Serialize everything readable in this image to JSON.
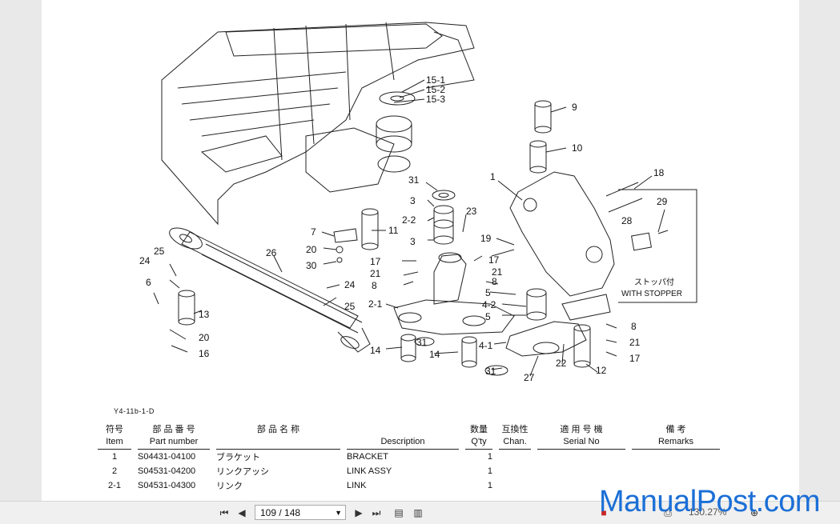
{
  "figure": {
    "id": "Y4-11b-1-D",
    "callouts": [
      "15-1",
      "15-2",
      "15-3",
      "9",
      "10",
      "1",
      "18",
      "29",
      "28",
      "31",
      "3",
      "2-2",
      "23",
      "3",
      "7",
      "11",
      "19",
      "17",
      "21",
      "8",
      "20",
      "30",
      "17",
      "21",
      "8",
      "5",
      "4-2",
      "5",
      "2-1",
      "25",
      "26",
      "24",
      "6",
      "13",
      "24",
      "25",
      "20",
      "16",
      "14",
      "31",
      "14",
      "4-1",
      "31",
      "27",
      "22",
      "12",
      "8",
      "21",
      "17"
    ],
    "stopper_jp": "ストッパ付",
    "stopper_en": "WITH STOPPER"
  },
  "table": {
    "headers_jp": {
      "item": "符号",
      "part": "部 品 番 号",
      "name": "部 品 名 称",
      "qty": "数量",
      "chan": "互換性",
      "serial": "適 用 号 機",
      "remarks": "備 考"
    },
    "headers_en": {
      "item": "Item",
      "part": "Part number",
      "name": "",
      "desc": "Description",
      "qty": "Q'ty",
      "chan": "Chan.",
      "serial": "Serial No",
      "remarks": "Remarks"
    },
    "rows": [
      {
        "item": "1",
        "part": "S04431-04100",
        "name": "ブラケット",
        "desc": "BRACKET",
        "qty": "1"
      },
      {
        "item": "2",
        "part": "S04531-04200",
        "name": "リンクアッシ",
        "desc": "LINK ASSY",
        "qty": "1"
      },
      {
        "item": "2-1",
        "part": "S04531-04300",
        "name": "リンク",
        "desc": "LINK",
        "qty": "1"
      }
    ]
  },
  "toolbar": {
    "page_indicator": "109 / 148",
    "zoom": "130.27%",
    "icons": [
      "first-page-icon",
      "prev-page-icon",
      "next-page-icon",
      "last-page-icon",
      "fit-page-icon",
      "fit-width-icon",
      "pdf-icon",
      "print-icon",
      "zoom-in-icon"
    ]
  },
  "watermark": "ManualPost.com"
}
